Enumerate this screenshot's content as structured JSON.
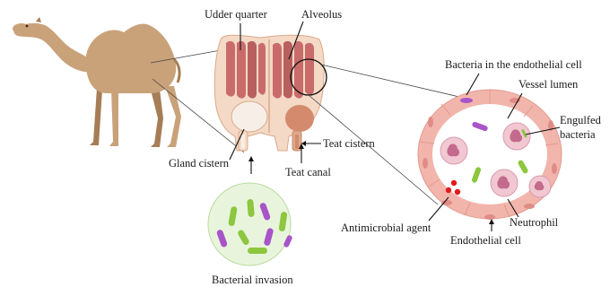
{
  "labels": {
    "udder_quarter": "Udder quarter",
    "alveolus": "Alveolus",
    "bacteria_endothelial": "Bacteria in the endothelial cell",
    "vessel_lumen": "Vessel lumen",
    "engulfed_1": "Engulfed",
    "engulfed_2": "bacteria",
    "gland_cistern": "Gland cistern",
    "teat_cistern": "Teat cistern",
    "teat_canal": "Teat canal",
    "antimicrobial_agent": "Antimicrobial agent",
    "neutrophil": "Neutrophil",
    "endothelial_cell": "Endothelial cell",
    "bacterial_invasion": "Bacterial invasion"
  },
  "colors": {
    "camel": "#c9a27a",
    "camel_dark": "#a67d55",
    "udder_tissue": "#f4d9c6",
    "udder_lobe": "#c96b6b",
    "cistern_light": "#f7efe7",
    "cistern_dark": "#d48a6c",
    "vessel_wall": "#f2b5ac",
    "vessel_lumen": "#ffffff",
    "neutrophil": "#f1c8d2",
    "neutrophil_nucleus": "#c46a8c",
    "bacteria_green": "#8dc63f",
    "bacteria_purple": "#a855c8",
    "antimicrobial": "#e21b1b",
    "invasion_bg": "#e8f5dc"
  }
}
